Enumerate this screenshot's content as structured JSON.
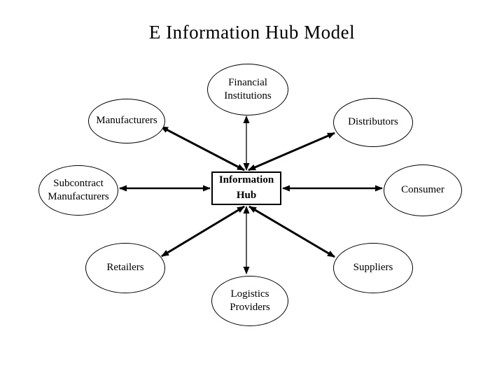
{
  "title": "E Information Hub Model",
  "colors": {
    "background": "#ffffff",
    "line": "#000000",
    "text": "#000000"
  },
  "hub": {
    "id": "information-hub",
    "label": "Information Hub",
    "shape": "rectangle"
  },
  "nodes": [
    {
      "id": "financial-institutions",
      "label": "Financial Institutions",
      "shape": "ellipse",
      "position": "top"
    },
    {
      "id": "manufacturers",
      "label": "Manufacturers",
      "shape": "ellipse",
      "position": "top-left"
    },
    {
      "id": "distributors",
      "label": "Distributors",
      "shape": "ellipse",
      "position": "top-right"
    },
    {
      "id": "subcontract-manufacturers",
      "label": "Subcontract Manufacturers",
      "shape": "ellipse",
      "position": "left"
    },
    {
      "id": "consumer",
      "label": "Consumer",
      "shape": "ellipse",
      "position": "right"
    },
    {
      "id": "retailers",
      "label": "Retailers",
      "shape": "ellipse",
      "position": "bottom-left"
    },
    {
      "id": "suppliers",
      "label": "Suppliers",
      "shape": "ellipse",
      "position": "bottom-right"
    },
    {
      "id": "logistics-providers",
      "label": "Logistics Providers",
      "shape": "ellipse",
      "position": "bottom"
    }
  ],
  "edges": [
    {
      "from": "information-hub",
      "to": "financial-institutions",
      "direction": "bidirectional"
    },
    {
      "from": "information-hub",
      "to": "manufacturers",
      "direction": "bidirectional"
    },
    {
      "from": "information-hub",
      "to": "distributors",
      "direction": "bidirectional"
    },
    {
      "from": "information-hub",
      "to": "subcontract-manufacturers",
      "direction": "bidirectional"
    },
    {
      "from": "information-hub",
      "to": "consumer",
      "direction": "bidirectional"
    },
    {
      "from": "information-hub",
      "to": "retailers",
      "direction": "bidirectional"
    },
    {
      "from": "information-hub",
      "to": "suppliers",
      "direction": "bidirectional"
    },
    {
      "from": "information-hub",
      "to": "logistics-providers",
      "direction": "bidirectional"
    }
  ]
}
